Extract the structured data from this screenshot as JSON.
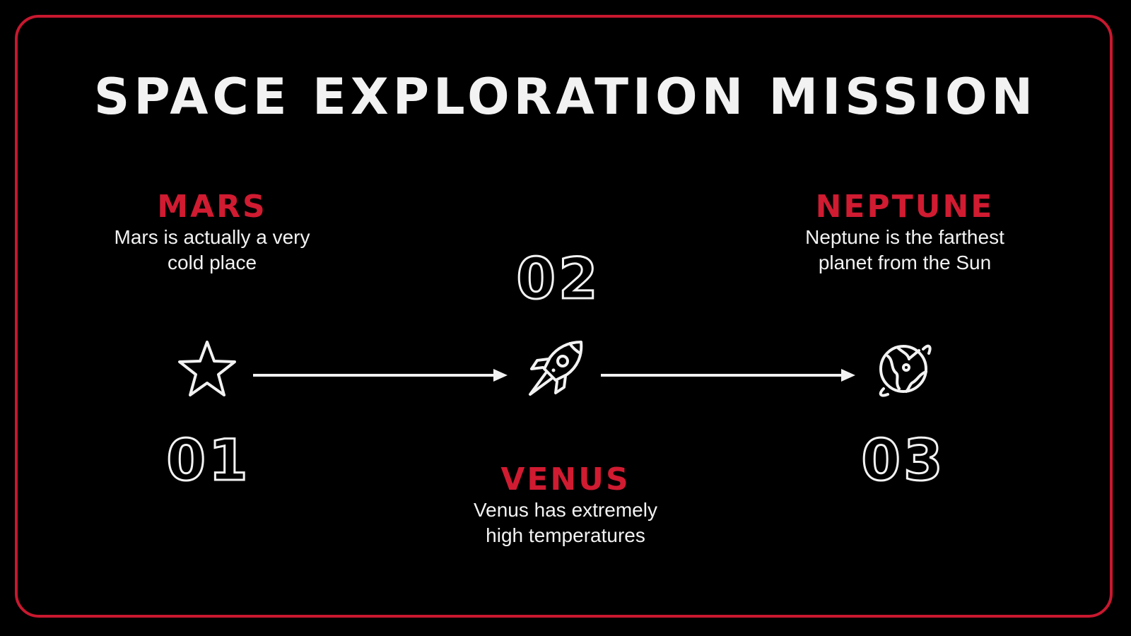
{
  "slide": {
    "title": "SPACE EXPLORATION MISSION",
    "frame_color": "#c8182f",
    "accent_color": "#d01b31",
    "text_color": "#f2f2f2",
    "background_color": "#000000"
  },
  "steps": [
    {
      "number": "01",
      "heading": "MARS",
      "description_line1": "Mars is actually a very",
      "description_line2": "cold place",
      "icon": "star-icon"
    },
    {
      "number": "02",
      "heading": "VENUS",
      "description_line1": "Venus has extremely",
      "description_line2": "high temperatures",
      "icon": "rocket-icon"
    },
    {
      "number": "03",
      "heading": "NEPTUNE",
      "description_line1": "Neptune is the farthest",
      "description_line2": "planet from the Sun",
      "icon": "planet-icon"
    }
  ],
  "connectors": [
    {
      "from": "01",
      "to": "02",
      "icon": "arrow-right-icon"
    },
    {
      "from": "02",
      "to": "03",
      "icon": "arrow-right-icon"
    }
  ]
}
